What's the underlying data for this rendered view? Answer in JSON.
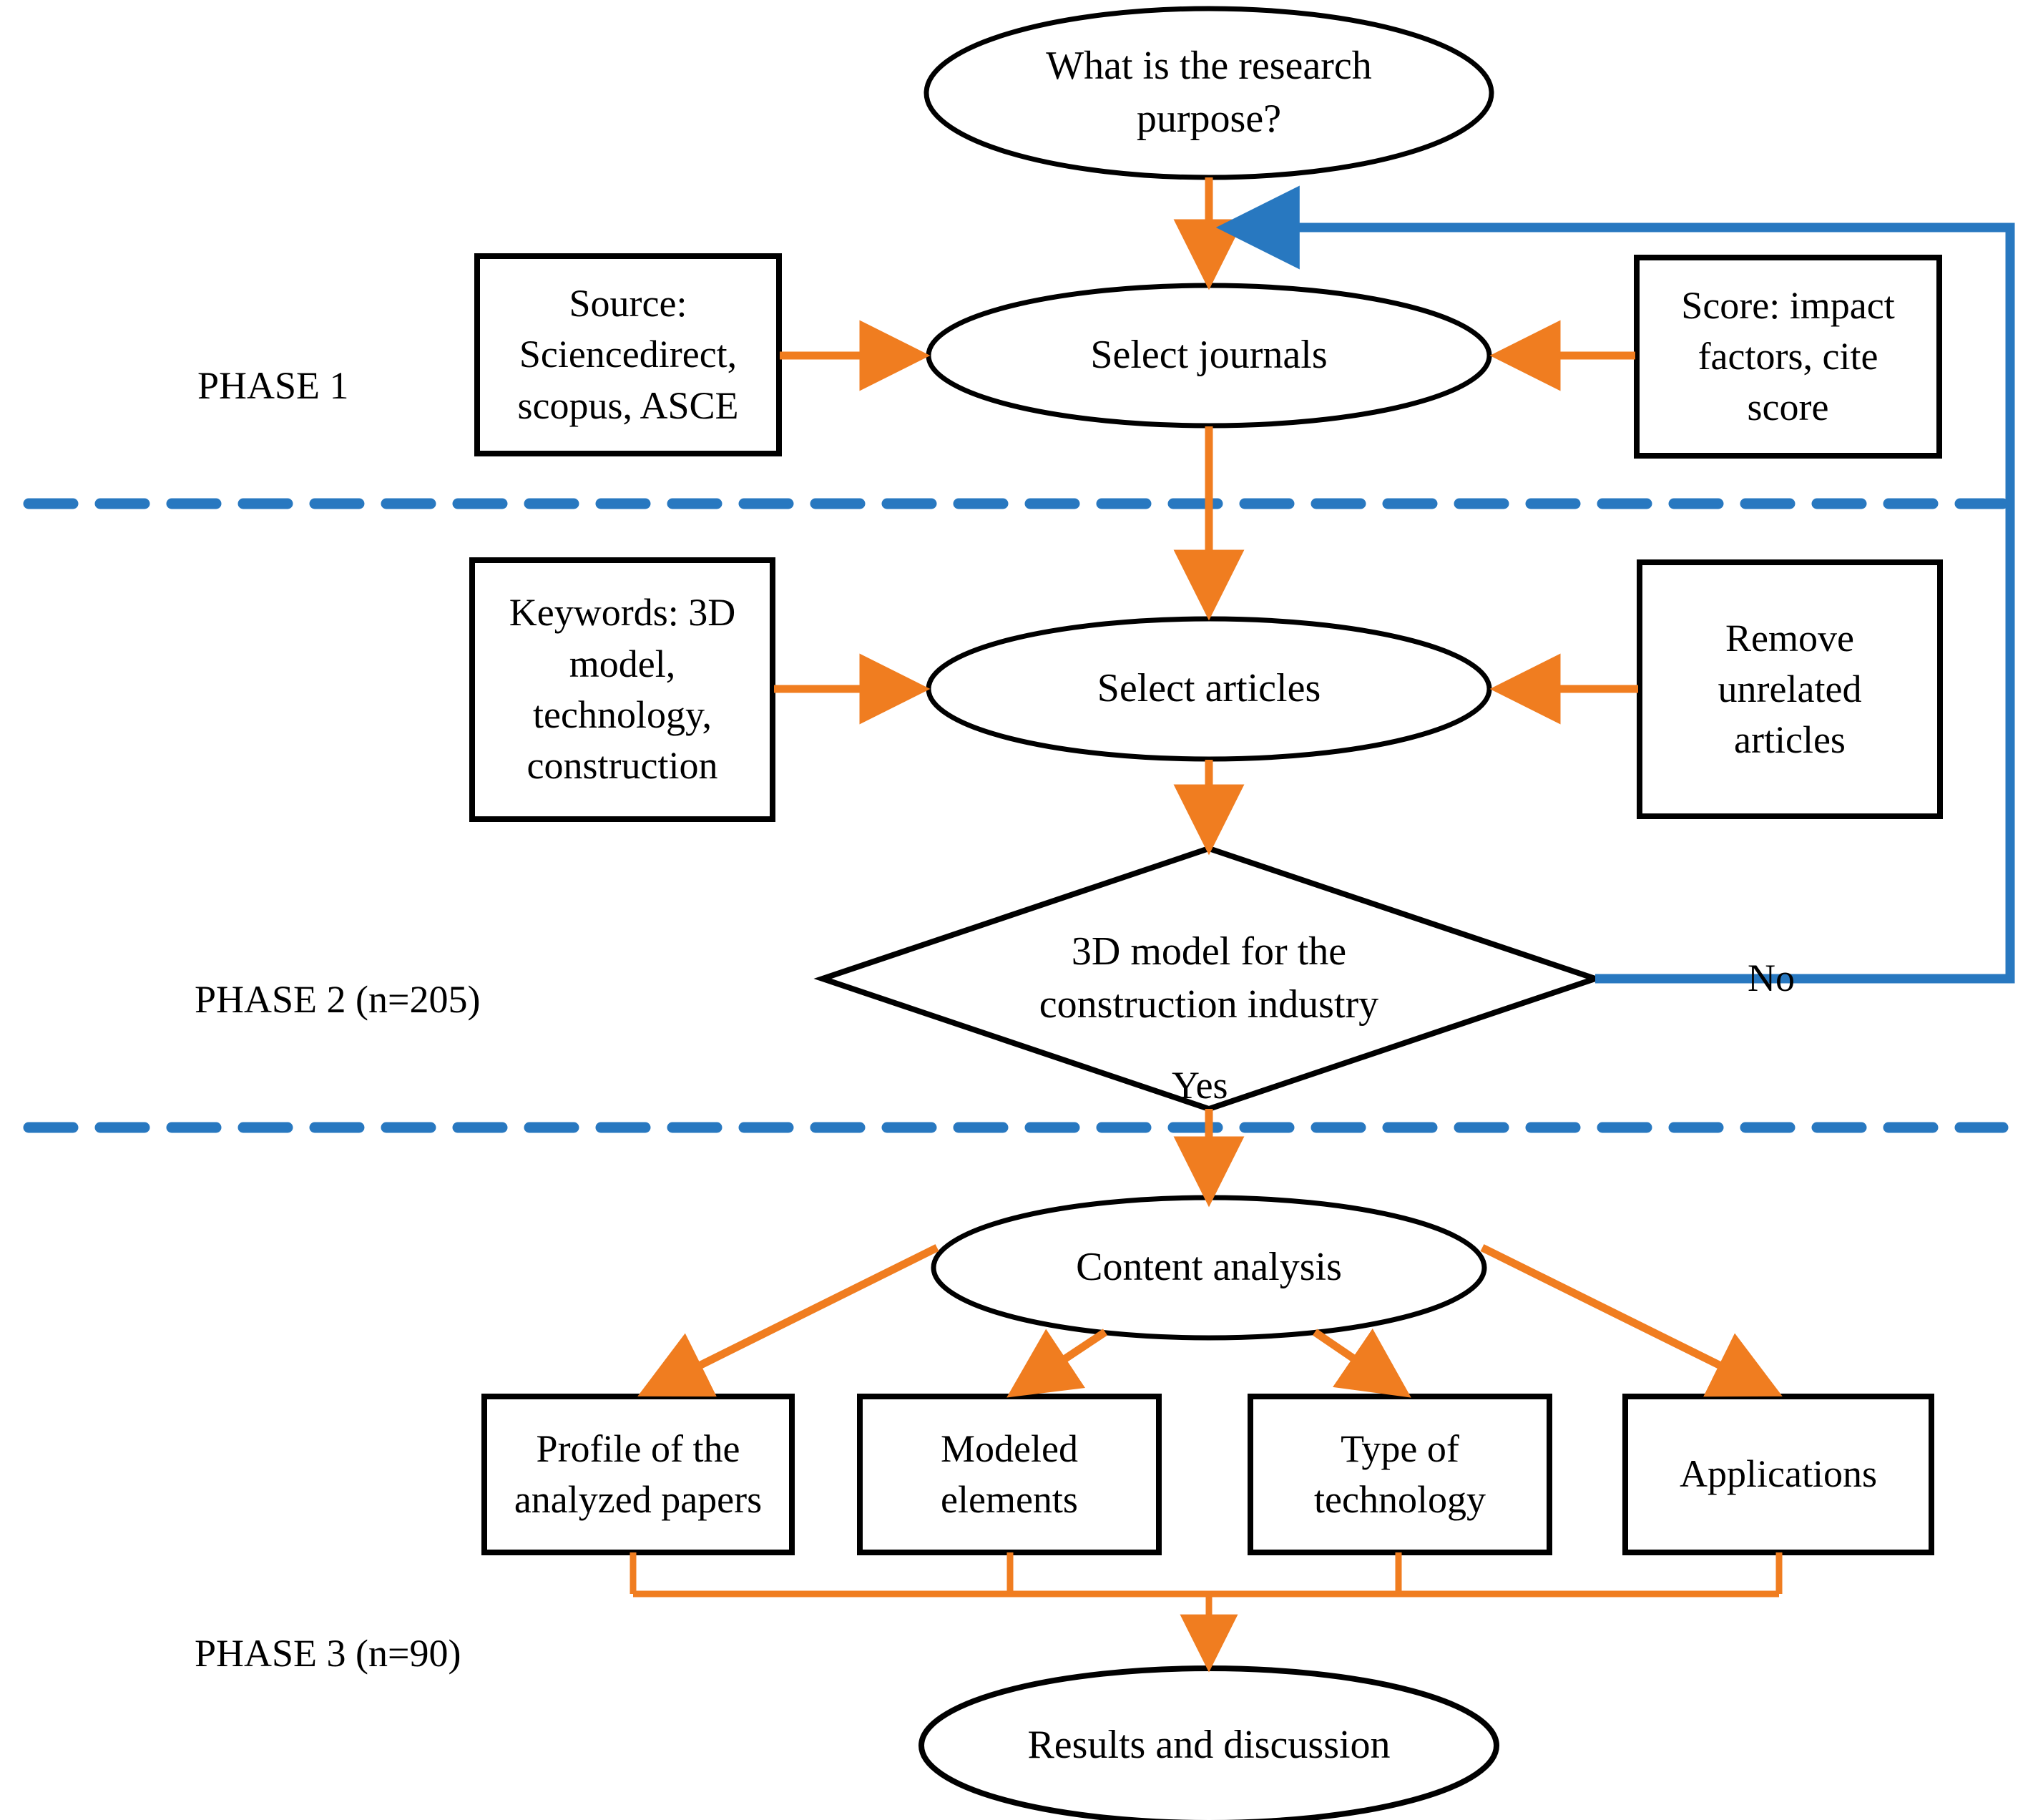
{
  "diagram": {
    "title": "Research methodology flowchart",
    "colors": {
      "arrow_orange": "#F07D20",
      "feedback_blue": "#2878C0",
      "shape_outline": "#000000",
      "background": "#FFFFFF"
    },
    "phases": [
      {
        "id": "phase-1",
        "label": "PHASE 1"
      },
      {
        "id": "phase-2",
        "label": "PHASE 2 (n=205)"
      },
      {
        "id": "phase-3",
        "label": "PHASE 3 (n=90)"
      }
    ],
    "nodes": {
      "research_purpose": {
        "shape": "ellipse",
        "label": "What is the research\npurpose?"
      },
      "source": {
        "shape": "rect",
        "label": "Source:\nSciencedirect,\nscopus, ASCE"
      },
      "select_journals": {
        "shape": "ellipse",
        "label": "Select journals"
      },
      "score": {
        "shape": "rect",
        "label": "Score: impact\nfactors, cite\nscore"
      },
      "keywords": {
        "shape": "rect",
        "label": "Keywords: 3D\nmodel,\ntechnology,\nconstruction"
      },
      "select_articles": {
        "shape": "ellipse",
        "label": "Select articles"
      },
      "remove_unrelated": {
        "shape": "rect",
        "label": "Remove\nunrelated\narticles"
      },
      "decision_3d_model": {
        "shape": "diamond",
        "label": "3D model for the\nconstruction industry"
      },
      "content_analysis": {
        "shape": "ellipse",
        "label": "Content analysis"
      },
      "profile_papers": {
        "shape": "rect",
        "label": "Profile of the\nanalyzed papers"
      },
      "modeled_elements": {
        "shape": "rect",
        "label": "Modeled\nelements"
      },
      "type_of_technology": {
        "shape": "rect",
        "label": "Type of\ntechnology"
      },
      "applications": {
        "shape": "rect",
        "label": "Applications"
      },
      "results_discussion": {
        "shape": "ellipse",
        "label": "Results and discussion"
      }
    },
    "edge_labels": {
      "no": "No",
      "yes": "Yes"
    }
  }
}
